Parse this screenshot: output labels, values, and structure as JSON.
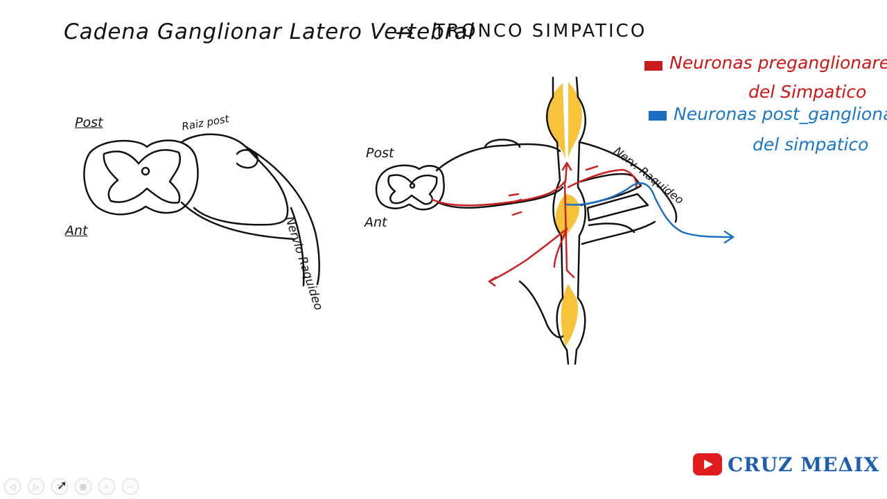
{
  "title": {
    "left": "Cadena Ganglionar Latero Vertebral",
    "arrow": "→",
    "right": "TRONCO SIMPATICO"
  },
  "legend": {
    "red_line1": "Neuronas preganglionares",
    "red_line2": "del Simpatico",
    "blue_line1": "Neuronas post_ganglionar",
    "blue_line2": "del simpatico",
    "red_color": "#c81d1d",
    "blue_color": "#1a6fc2"
  },
  "diagram_left": {
    "post": "Post",
    "raiz": "Raiz post",
    "nervio": "Nervio Raquideo",
    "ant": "Ant"
  },
  "diagram_right": {
    "post": "Post",
    "ant": "Ant",
    "nervio": "Nerv. Raquideo"
  },
  "brand": {
    "icon": "youtube-play-icon",
    "text": "CRUZ MEΔIX"
  },
  "controls": [
    {
      "icon": "prev-icon",
      "glyph": "◁"
    },
    {
      "icon": "next-icon",
      "glyph": "▷"
    },
    {
      "icon": "pen-icon",
      "glyph": "✎"
    },
    {
      "icon": "slides-icon",
      "glyph": "▦"
    },
    {
      "icon": "zoom-icon",
      "glyph": "⌕"
    },
    {
      "icon": "more-icon",
      "glyph": "⋯"
    }
  ]
}
